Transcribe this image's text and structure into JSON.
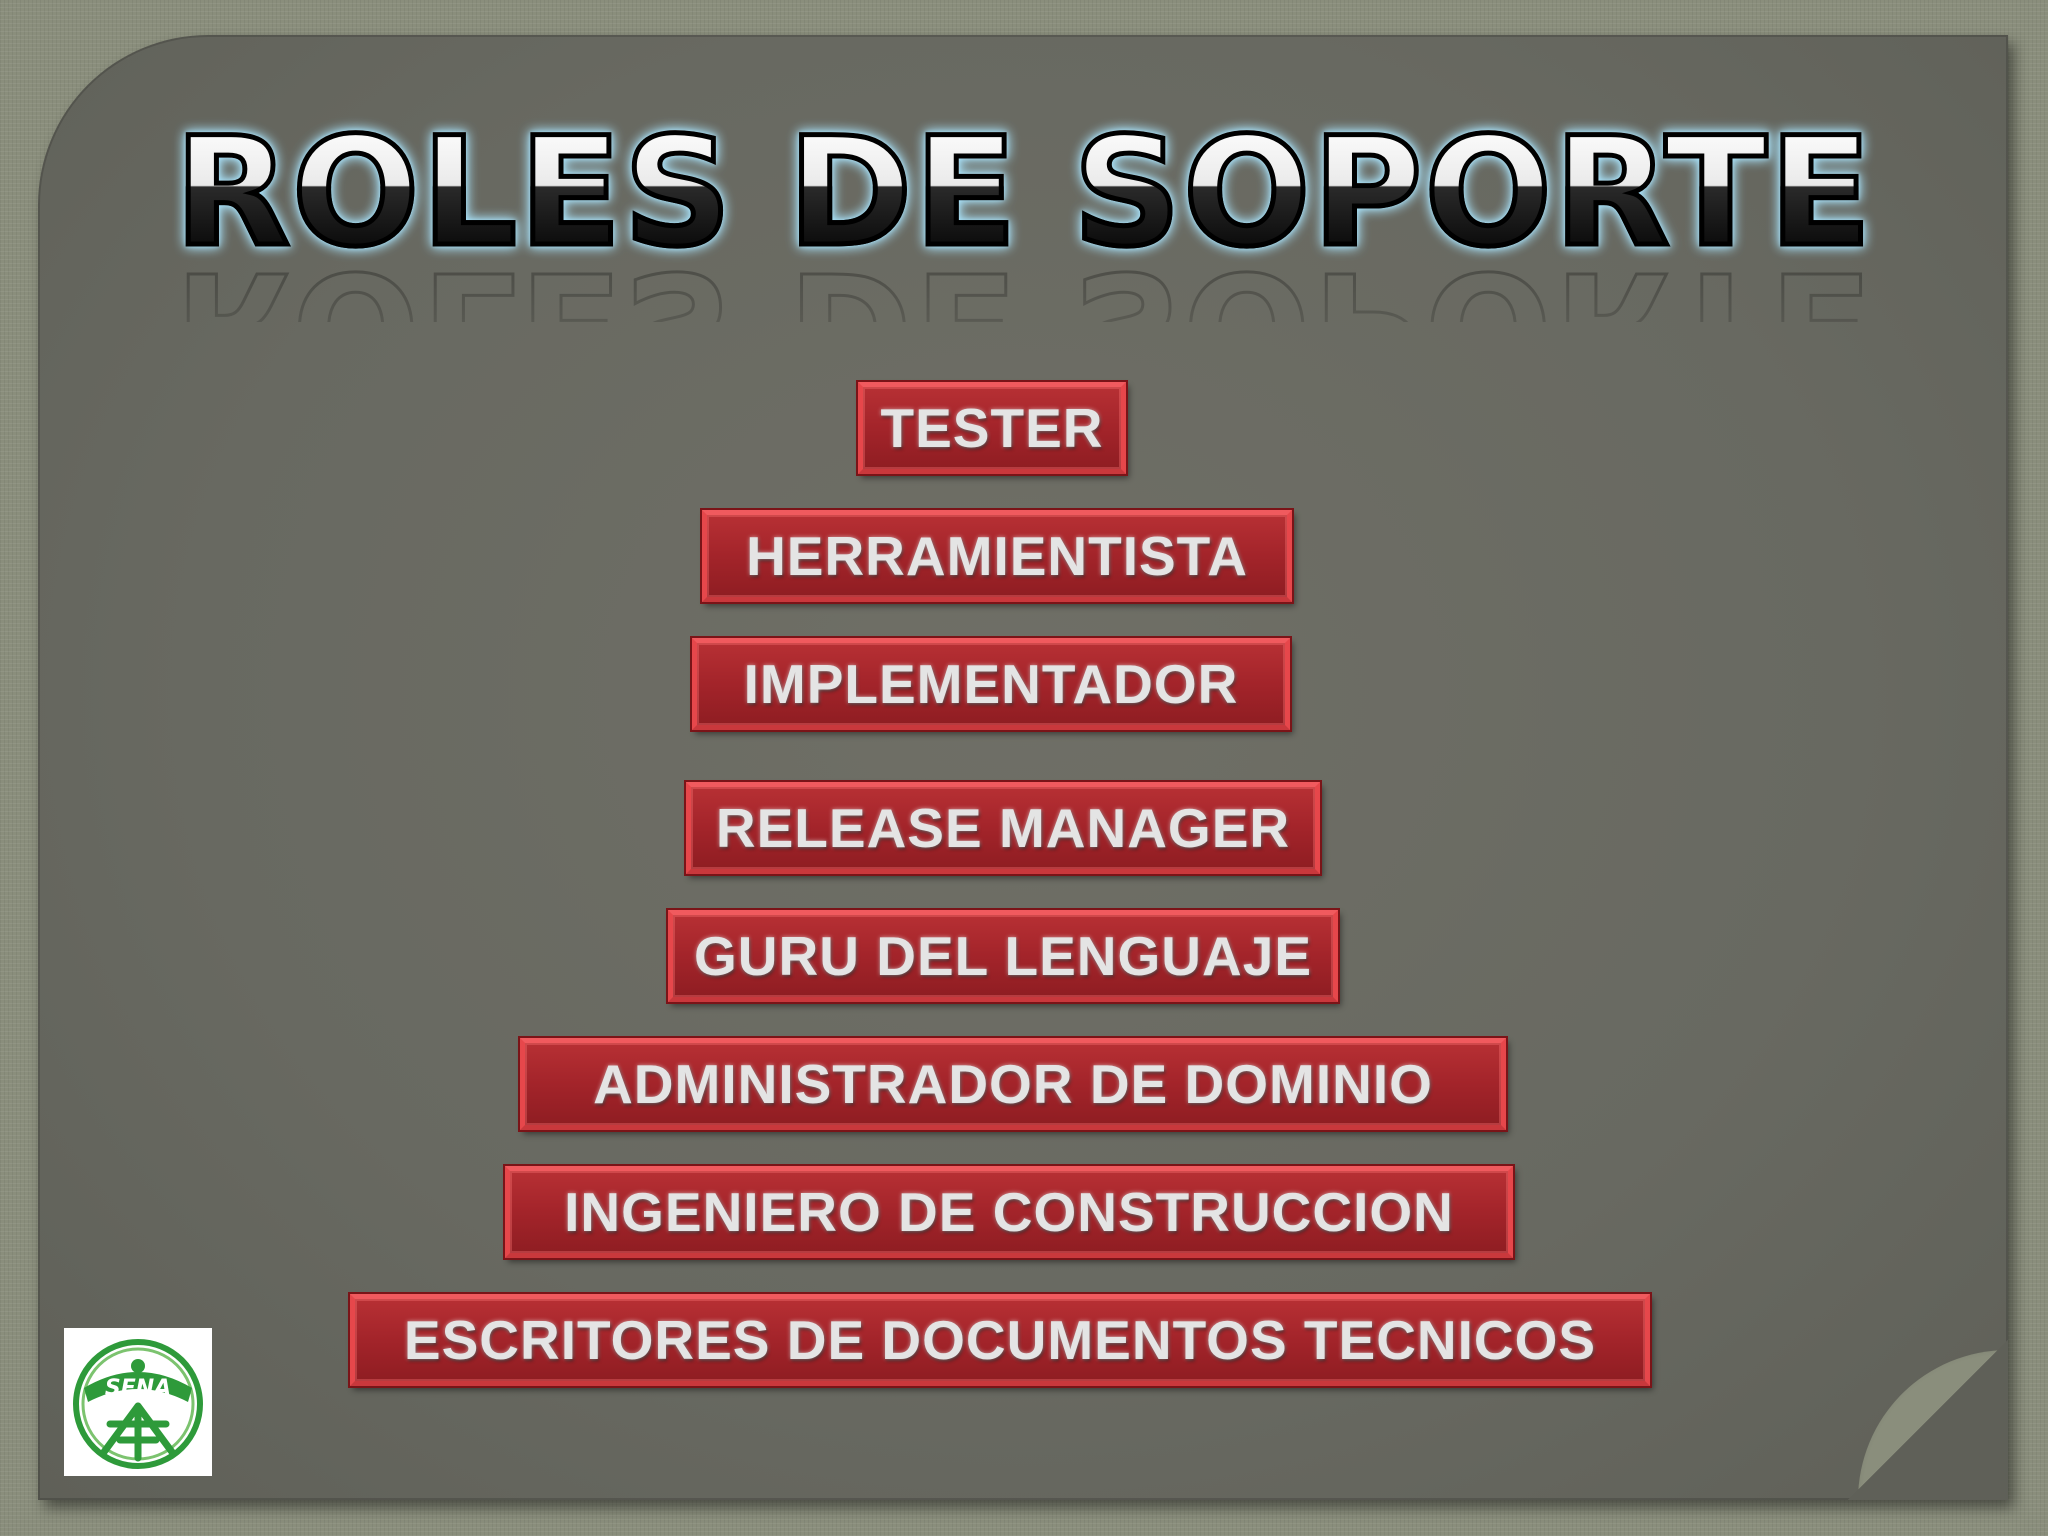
{
  "slide": {
    "title": "ROLES DE SOPORTE",
    "roles": [
      "TESTER",
      "HERRAMIENTISTA",
      "IMPLEMENTADOR",
      "RELEASE MANAGER",
      "GURU DEL LENGUAJE",
      "ADMINISTRADOR DE DOMINIO",
      "INGENIERO DE CONSTRUCCION",
      "ESCRITORES DE DOCUMENTOS TECNICOS"
    ]
  },
  "logo": {
    "text": "SENA",
    "color": "#2e9a3a"
  },
  "colors": {
    "background": "#8a8e7c",
    "panel": "#68695f",
    "box_fill": "#a3242a",
    "box_border": "#e6474b",
    "label_text": "#e4e4e4"
  }
}
